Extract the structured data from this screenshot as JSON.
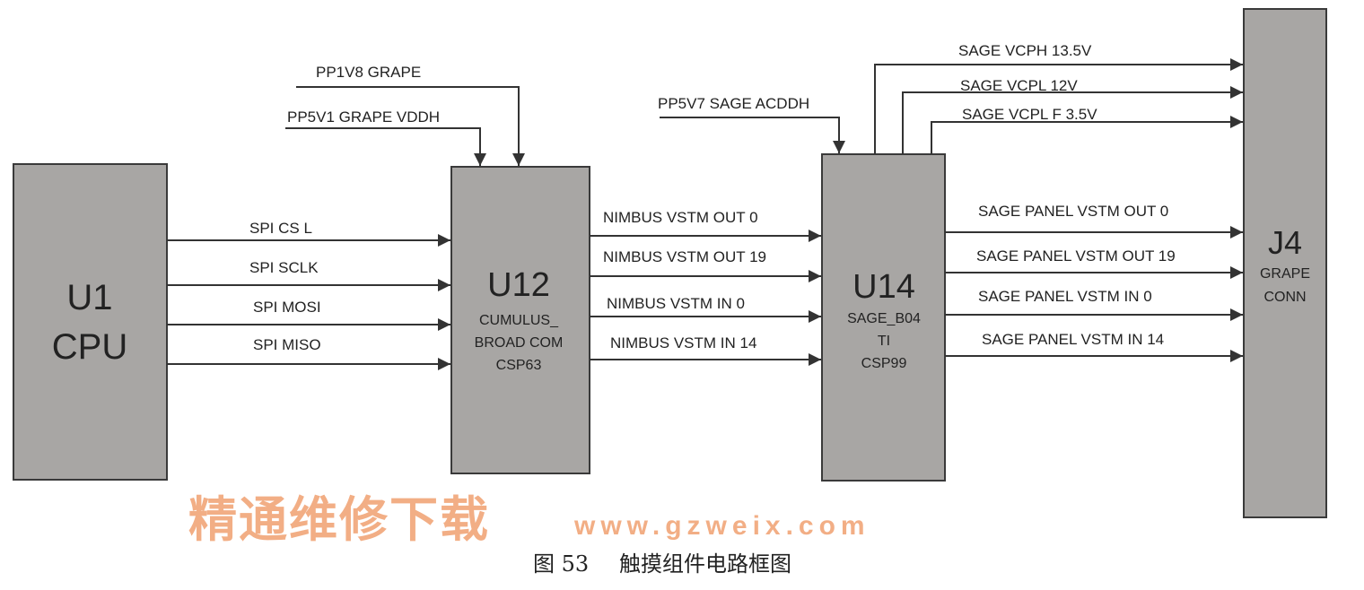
{
  "blocks": {
    "u1": {
      "ref": "U1",
      "name": "CPU"
    },
    "u12": {
      "ref": "U12",
      "lines": [
        "CUMULUS_",
        "BROAD COM",
        "CSP63"
      ]
    },
    "u14": {
      "ref": "U14",
      "lines": [
        "SAGE_B04",
        "TI",
        "CSP99"
      ]
    },
    "j4": {
      "ref": "J4",
      "lines": [
        "GRAPE",
        "CONN"
      ]
    }
  },
  "spi": [
    "SPI CS L",
    "SPI SCLK",
    "SPI MOSI",
    "SPI MISO"
  ],
  "nimbus": [
    "NIMBUS VSTM OUT 0",
    "NIMBUS VSTM OUT 19",
    "NIMBUS VSTM IN 0",
    "NIMBUS VSTM IN 14"
  ],
  "panel": [
    "SAGE PANEL VSTM OUT 0",
    "SAGE PANEL VSTM OUT 19",
    "SAGE PANEL VSTM IN 0",
    "SAGE PANEL VSTM IN 14"
  ],
  "power": {
    "pp1v8": "PP1V8 GRAPE",
    "pp5v1": "PP5V1 GRAPE VDDH",
    "pp5v7": "PP5V7 SAGE ACDDH",
    "vcph": "SAGE VCPH 13.5V",
    "vcpl": "SAGE VCPL 12V",
    "vcplf": "SAGE VCPL F 3.5V"
  },
  "watermark": {
    "cn": "精通维修下载",
    "url": "www.gzweix.com"
  },
  "caption": {
    "number": "图 53",
    "title": "触摸组件电路框图"
  }
}
